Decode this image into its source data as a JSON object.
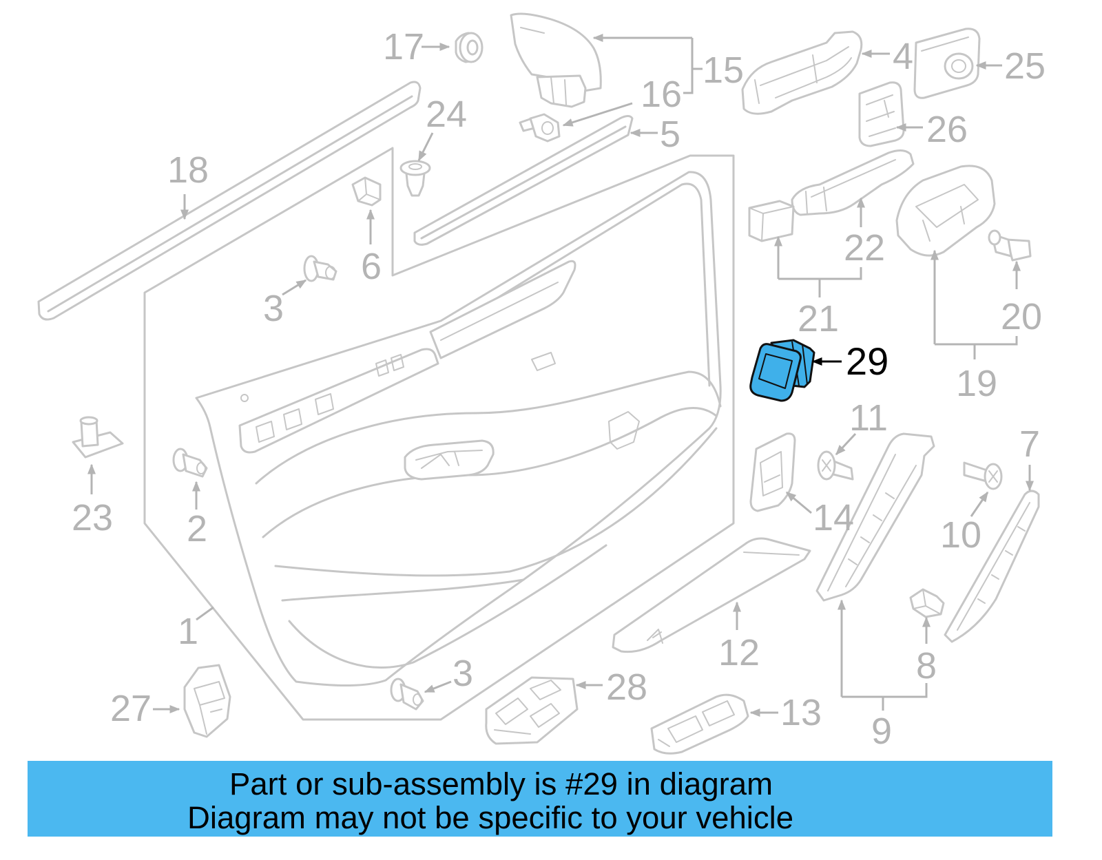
{
  "diagram": {
    "callouts": [
      "17",
      "15",
      "16",
      "4",
      "25",
      "26",
      "5",
      "24",
      "18",
      "6",
      "3",
      "22",
      "21",
      "20",
      "19",
      "29",
      "11",
      "7",
      "23",
      "2",
      "14",
      "10",
      "1",
      "12",
      "8",
      "3",
      "28",
      "27",
      "13",
      "9"
    ],
    "colors": {
      "line": "#c6c6c6",
      "label": "#b4b4b4",
      "highlight": "#3fb0ea",
      "banner": "#4bb8f0"
    }
  },
  "banner": {
    "line1": "Part or sub-assembly is #29 in diagram",
    "line2": "Diagram may not be specific to your vehicle"
  }
}
